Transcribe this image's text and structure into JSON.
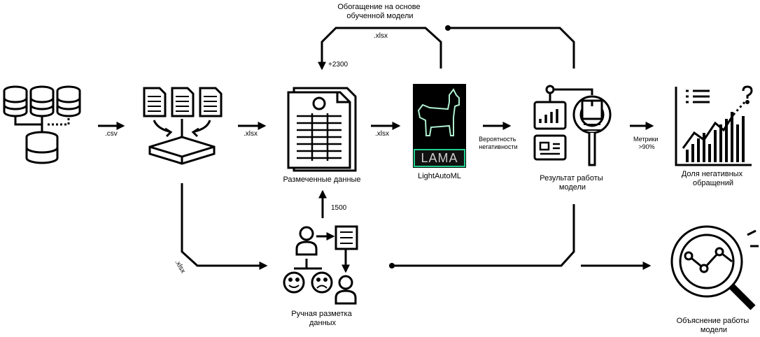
{
  "nodes": {
    "enrichment_label": [
      "Обогащение на основе",
      "обученной модели"
    ],
    "labeled_data": "Размеченные данные",
    "lightautoml": "LightAutoML",
    "lama_badge": "LAMA",
    "model_result": [
      "Результат работы",
      "модели"
    ],
    "negative_share": [
      "Доля негативных",
      "обращений"
    ],
    "manual_labeling": [
      "Ручная разметка",
      "данных"
    ],
    "model_explanation": [
      "Объяснение работы",
      "модели"
    ]
  },
  "edges": {
    "csv": ".csv",
    "xlsx_1": ".xlsx",
    "xlsx_2": ".xlsx",
    "xlsx_top": ".xlsx",
    "xlsx_rotated": ".xlsx",
    "plus_2300": "+2300",
    "count_1500": "1500",
    "negativity_prob": [
      "Вероятность",
      "негативности"
    ],
    "metrics": [
      "Метрики",
      ">90%"
    ]
  },
  "colors": {
    "line": "#000000",
    "lama_bg": "#000000",
    "lama_border": "#1fcf8f",
    "lama_text": "#cccccc"
  }
}
